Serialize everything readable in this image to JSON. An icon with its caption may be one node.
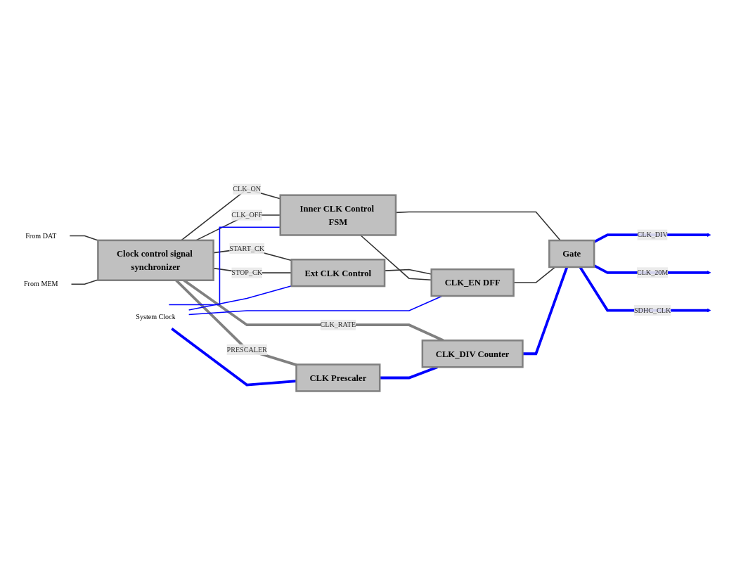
{
  "diagram": {
    "nodes": [
      {
        "text": [
          "From DAT"
        ]
      },
      {
        "text": [
          "From MEM"
        ]
      },
      {
        "text": [
          "Clock control signal synchronizer"
        ]
      },
      {
        "text": [
          "Inner CLK Control FSM"
        ]
      },
      {
        "text": [
          "Ext CLK Control"
        ]
      },
      {
        "text": [
          "CLK_EN DFF"
        ]
      },
      {
        "text": [
          "System Clock"
        ]
      },
      {
        "text": [
          "CLK Prescaler"
        ]
      },
      {
        "text": [
          "CLK_DIV Counter"
        ]
      },
      {
        "text": [
          "Gate"
        ]
      }
    ],
    "edges": [
      {
        "from": 0,
        "to": 2,
        "arrow": "none"
      },
      {
        "from": 1,
        "to": 2,
        "arrow": "none"
      },
      {
        "from": 2,
        "to": 3,
        "label": "CLK_ON",
        "arrow": "none"
      },
      {
        "from": 2,
        "to": 3,
        "label": "CLK_OFF",
        "arrow": "none"
      },
      {
        "from": 2,
        "to": 4,
        "label": "START_CK",
        "arrow": "none"
      },
      {
        "from": 2,
        "to": 4,
        "label": "STOP_CK",
        "arrow": "none"
      },
      {
        "from": 4,
        "to": 5,
        "arrow": "none"
      },
      {
        "from": 3,
        "to": 5,
        "arrow": "none"
      },
      {
        "from": 3,
        "to": 9,
        "arrow": "none"
      },
      {
        "from": 5,
        "to": 9,
        "arrow": "none"
      },
      {
        "from": 2,
        "to": 7,
        "label": "PRESCALER",
        "arrow": "none",
        "style": "thick",
        "color": "#808080"
      },
      {
        "from": 2,
        "to": 8,
        "label": "CLK_RATE",
        "arrow": "none",
        "style": "thick",
        "color": "#808080"
      },
      {
        "from": 6,
        "to": 4,
        "arrow": "none",
        "color": "#0000ff"
      },
      {
        "from": 6,
        "to": 3,
        "arrow": "none",
        "color": "#0000ff"
      },
      {
        "from": 6,
        "to": 5,
        "arrow": "none",
        "color": "#0000ff"
      },
      {
        "from": 6,
        "to": 7,
        "arrow": "none",
        "style": "thick",
        "color": "#0000ff"
      },
      {
        "from": 7,
        "to": 8,
        "arrow": "none",
        "style": "thick",
        "color": "#0000ff"
      },
      {
        "from": 8,
        "to": 9,
        "arrow": "none",
        "style": "thick",
        "color": "#0000ff"
      },
      {
        "from": 9,
        "to": null,
        "label": "CLK_DIV",
        "arrow": "to",
        "style": "thick",
        "color": "#0000ff"
      },
      {
        "from": 9,
        "to": null,
        "label": "CLK_20M",
        "arrow": "to",
        "style": "thick",
        "color": "#0000ff"
      },
      {
        "from": 9,
        "to": null,
        "label": "SDHC_CLK",
        "arrow": "to",
        "style": "thick",
        "color": "#0000ff"
      }
    ]
  }
}
